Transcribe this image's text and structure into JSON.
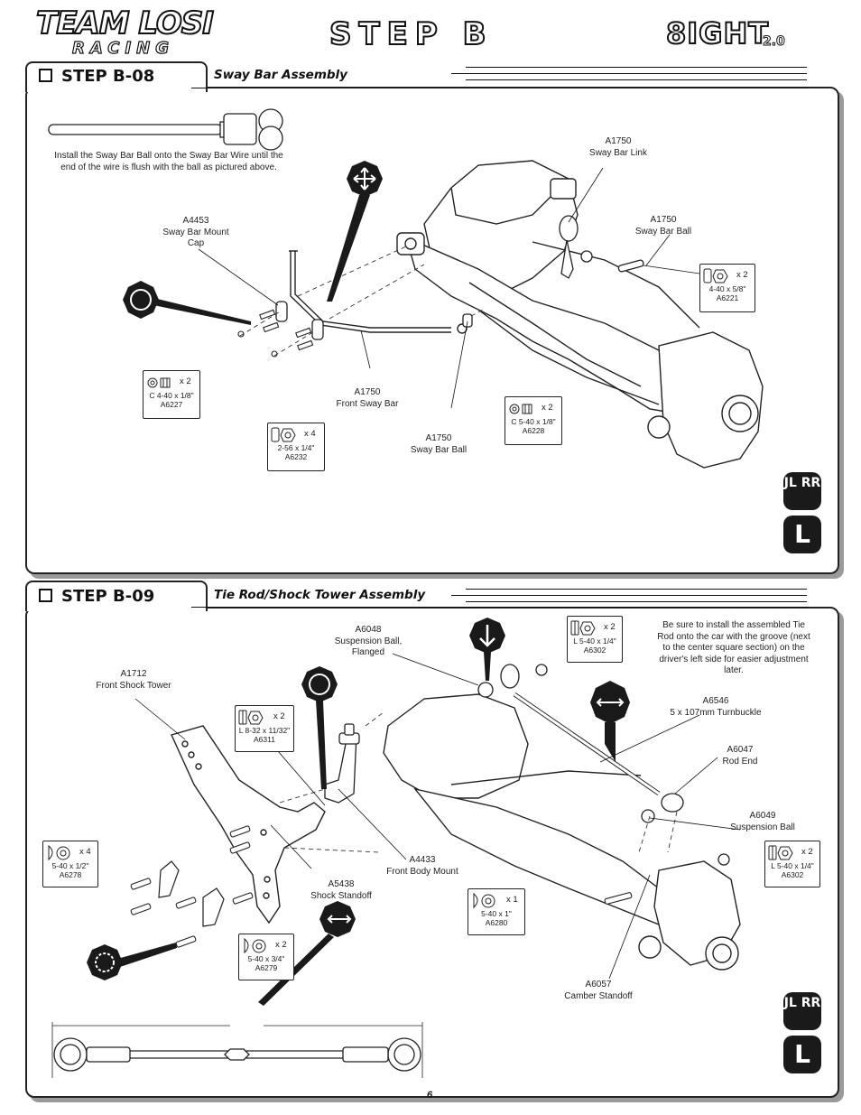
{
  "header": {
    "brand_main": "TEAM LOSI",
    "brand_sub": "RACING",
    "page_title": "STEP B",
    "model_main": "8IGHT",
    "model_sub": "2.0"
  },
  "step_b08": {
    "step": "STEP B-08",
    "title": "Sway Bar Assembly",
    "wire_note": "Install the Sway Bar Ball onto the Sway Bar Wire until the end of the wire is flush with the ball as pictured above.",
    "callouts": {
      "sway_bar_link": [
        "A1750",
        "Sway Bar Link"
      ],
      "sway_bar_ball_top": [
        "A1750",
        "Sway Bar Ball"
      ],
      "mount_cap": [
        "A4453",
        "Sway Bar Mount",
        "Cap"
      ],
      "front_sway_bar": [
        "A1750",
        "Front Sway Bar"
      ],
      "sway_bar_ball_bottom": [
        "A1750",
        "Sway Bar Ball"
      ]
    },
    "hardware": [
      {
        "qty": "x 2",
        "desc": "4-40 x 5/8\"",
        "part": "A6221"
      },
      {
        "qty": "x 2",
        "desc": "C 4-40 x 1/8\"",
        "part": "A6227"
      },
      {
        "qty": "x 2",
        "desc": "C 5-40 x 1/8\"",
        "part": "A6228"
      },
      {
        "qty": "x 4",
        "desc": "2-56 x 1/4\"",
        "part": "A6232"
      }
    ],
    "badges": [
      "JL RR",
      "L"
    ]
  },
  "step_b09": {
    "step": "STEP B-09",
    "title": "Tie Rod/Shock Tower Assembly",
    "note": "Be sure to install the assembled Tie Rod onto the car with the groove (next to the center square section) on the driver's left side for easier adjustment later.",
    "callouts": {
      "suspension_ball_flanged": [
        "A6048",
        "Suspension Ball,",
        "Flanged"
      ],
      "front_shock_tower": [
        "A1712",
        "Front Shock Tower"
      ],
      "turnbuckle": [
        "A6546",
        "5 x 107mm Turnbuckle"
      ],
      "rod_end": [
        "A6047",
        "Rod End"
      ],
      "suspension_ball": [
        "A6049",
        "Suspension Ball"
      ],
      "front_body_mount": [
        "A4433",
        "Front Body Mount"
      ],
      "shock_standoff": [
        "A5438",
        "Shock Standoff"
      ],
      "camber_standoff": [
        "A6057",
        "Camber Standoff"
      ]
    },
    "hardware": [
      {
        "qty": "x 2",
        "desc": "L 5-40 x 1/4\"",
        "part": "A6302"
      },
      {
        "qty": "x 2",
        "desc": "L 8-32 x 11/32\"",
        "part": "A6311"
      },
      {
        "qty": "x 4",
        "desc": "5-40 x 1/2\"",
        "part": "A6278"
      },
      {
        "qty": "x 2",
        "desc": "L 5-40 x 1/4\"",
        "part": "A6302"
      },
      {
        "qty": "x 1",
        "desc": "5-40 x 1\"",
        "part": "A6280"
      },
      {
        "qty": "x 2",
        "desc": "5-40 x 3/4\"",
        "part": "A6279"
      }
    ],
    "badges": [
      "JL RR",
      "L"
    ]
  },
  "page_number": "6"
}
